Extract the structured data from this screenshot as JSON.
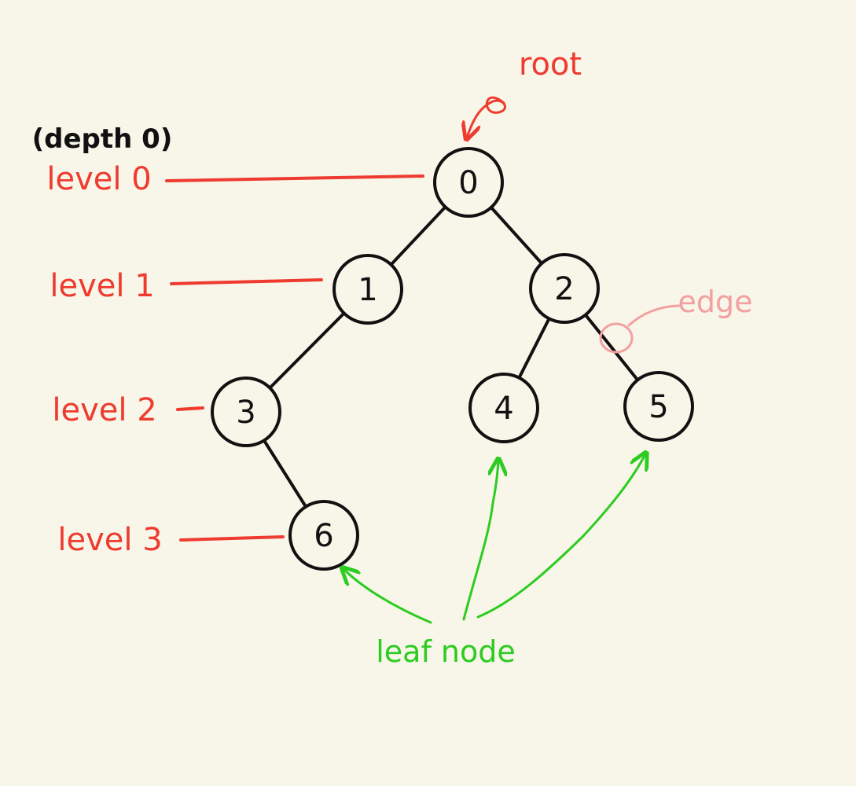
{
  "colors": {
    "background": "#f8f5e9",
    "ink": "#111111",
    "level_annotation": "#ef3b2f",
    "leaf_annotation": "#2ccc20",
    "edge_annotation": "#f3a0a0"
  },
  "annotations": {
    "depth_note": "(depth 0)",
    "root": "root",
    "edge": "edge",
    "leaf_node": "leaf node"
  },
  "levels": [
    {
      "label": "level 0"
    },
    {
      "label": "level 1"
    },
    {
      "label": "level 2"
    },
    {
      "label": "level 3"
    }
  ],
  "tree": {
    "nodes": [
      {
        "id": "0",
        "label": "0"
      },
      {
        "id": "1",
        "label": "1"
      },
      {
        "id": "2",
        "label": "2"
      },
      {
        "id": "3",
        "label": "3"
      },
      {
        "id": "4",
        "label": "4"
      },
      {
        "id": "5",
        "label": "5"
      },
      {
        "id": "6",
        "label": "6"
      }
    ],
    "edges": [
      {
        "from": "0",
        "to": "1"
      },
      {
        "from": "0",
        "to": "2"
      },
      {
        "from": "1",
        "to": "3"
      },
      {
        "from": "2",
        "to": "4"
      },
      {
        "from": "2",
        "to": "5"
      },
      {
        "from": "3",
        "to": "6"
      }
    ],
    "root": "0",
    "leaves": [
      "6",
      "4",
      "5"
    ]
  }
}
